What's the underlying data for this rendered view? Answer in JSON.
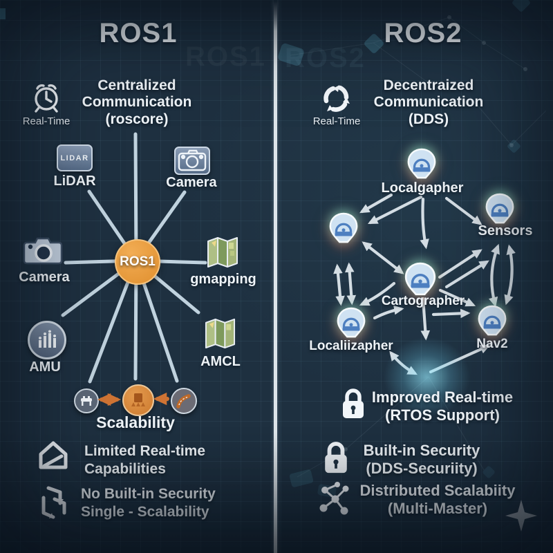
{
  "left": {
    "title": "ROS1",
    "watermark": "ROS1",
    "realtime_label": "Real-Time",
    "heading_lines": [
      "Centralized",
      "Communication",
      "(roscore)"
    ],
    "hub_label": "ROS1",
    "lidar_badge": "LIDAR",
    "lidar_label": "LiDAR",
    "camera_top_label": "Camera",
    "camera_left_label": "Camera",
    "gmapping_label": "gmapping",
    "amu_label": "AMU",
    "amcl_label": "AMCL",
    "scalability_label": "Scalability",
    "features": [
      {
        "icon": "house-icon",
        "lines": [
          "Limited Real-time",
          "Capabilities"
        ]
      },
      {
        "icon": "rotate-3d-icon",
        "lines": [
          "No Built-in Security",
          "Single - Scalability"
        ]
      }
    ]
  },
  "right": {
    "title": "ROS2",
    "watermark": "ROS2",
    "realtime_label": "Real-Time",
    "heading_lines": [
      "Decentraized",
      "Communication",
      "(DDS)"
    ],
    "nodes": [
      {
        "label": "Localgapher"
      },
      {
        "label": "Sensors"
      },
      {
        "label": ""
      },
      {
        "label": "Cartographer"
      },
      {
        "label": "Localiizapher"
      },
      {
        "label": "Nav2"
      }
    ],
    "features": [
      {
        "icon": "lock-icon",
        "lines": [
          "Improved Real-time",
          "(RTOS Support)"
        ]
      },
      {
        "icon": "lock-icon",
        "lines": [
          "Built-in Security",
          "(DDS-Securiity)"
        ]
      },
      {
        "icon": "network-icon",
        "lines": [
          "Distributed Scalabiity",
          "(Multi-Master)"
        ]
      }
    ]
  },
  "colors": {
    "background": "#1e3040",
    "divider": "#eef4f8",
    "hub_orange": "#e59637",
    "spoke_line": "#c9dbe7",
    "arrow_light": "#e2eaf0",
    "arrow_orange": "#cf7434",
    "node_fill": "#cfe2f2",
    "node_icon_blue": "#4d7fc0",
    "glow_teal": "#8fe6dd",
    "glow_red": "#d9654a",
    "map_green": "#8fa86a",
    "map_yellow": "#e8d080",
    "star_gray": "#99a2ab"
  }
}
